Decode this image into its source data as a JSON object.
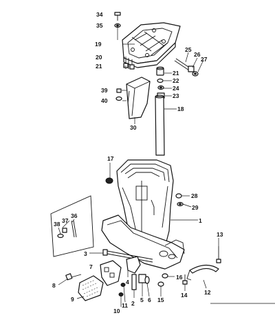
{
  "diagram": {
    "callouts": [
      "1",
      "2",
      "3",
      "4",
      "5",
      "6",
      "7",
      "8",
      "9",
      "10",
      "11",
      "12",
      "13",
      "14",
      "15",
      "16",
      "17",
      "18",
      "19",
      "20",
      "21",
      "21",
      "22",
      "23",
      "24",
      "25",
      "26",
      "27",
      "28",
      "29",
      "30",
      "34",
      "35",
      "36",
      "37",
      "38",
      "39",
      "40"
    ]
  }
}
